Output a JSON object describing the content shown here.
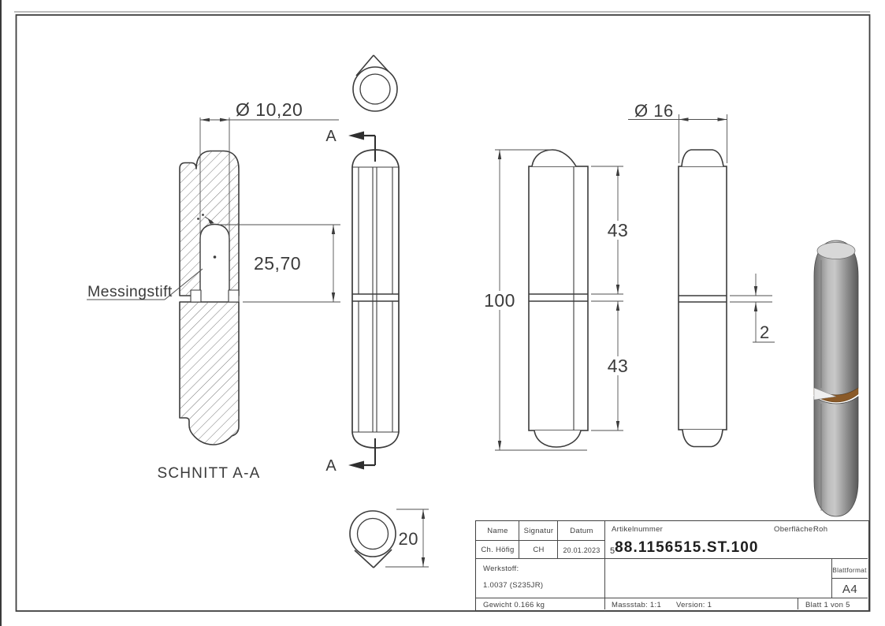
{
  "drawing": {
    "labels": {
      "section_title": "SCHNITT A-A",
      "pin_callout": "Messingstift",
      "section_arrow": "A"
    },
    "dimensions": {
      "hole_diameter": "Ø 10,20",
      "hole_depth": "25,70",
      "total_length": "100",
      "upper_half_length": "43",
      "lower_half_length": "43",
      "outer_diameter": "Ø 16",
      "gap_width": "2",
      "tip_height": "20"
    },
    "colors": {
      "line": "#3c3c3c",
      "brass": "#8a5a28",
      "metal": "#9a9a9a"
    }
  },
  "title_block": {
    "name_header": "Name",
    "signatur_header": "Signatur",
    "datum_header": "Datum",
    "name_value": "Ch. Höfig",
    "signatur_value": "CH",
    "datum_value": "20.01.2023",
    "artikelnummer_header": "Artikelnummer",
    "oberflaeche_header": "Oberfläche:",
    "oberflaeche_value": "Roh",
    "artikelnummer_prefix": "5",
    "artikelnummer_value": "88.1156515.ST.100",
    "werkstoff_header": "Werkstoff:",
    "werkstoff_value": "1.0037 (S235JR)",
    "gewicht": "Gewicht 0.166 kg",
    "massstab": "Massstab: 1:1",
    "version": "Version: 1",
    "blatt": "Blatt 1 von 5",
    "blattformat_header": "Blattformat",
    "blattformat_value": "A4"
  }
}
